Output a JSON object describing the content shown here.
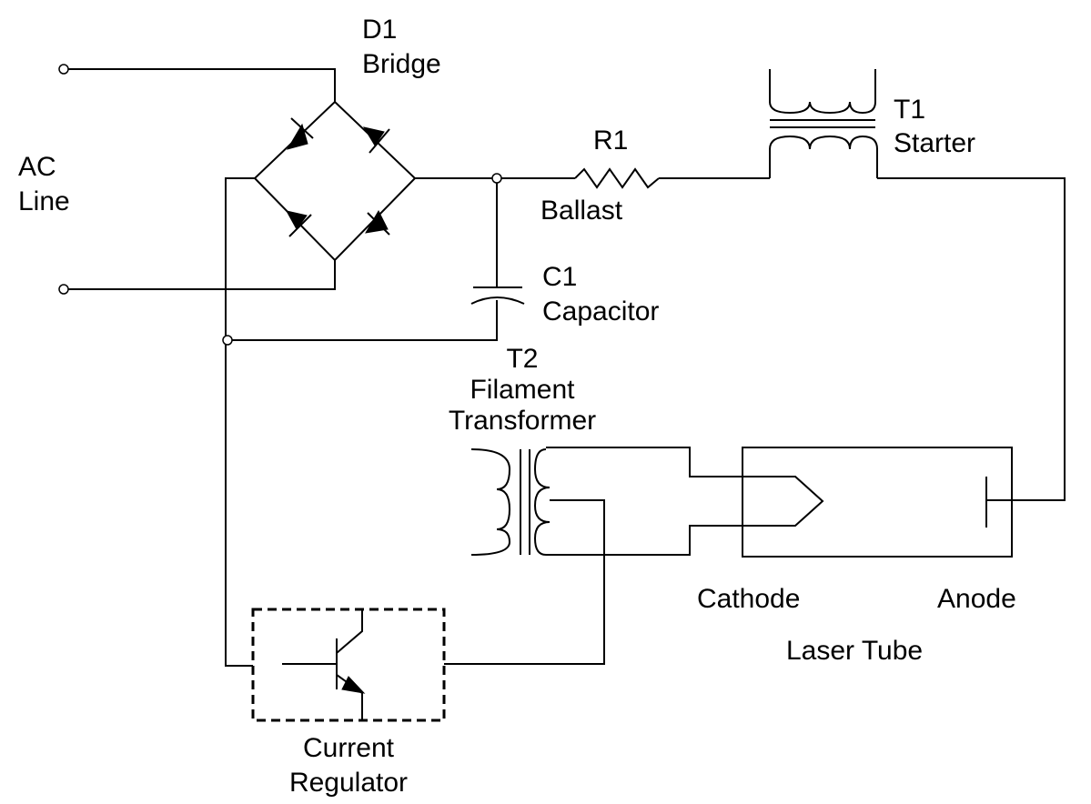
{
  "labels": {
    "ac_line": [
      "AC",
      "Line"
    ],
    "d1": [
      "D1",
      "Bridge"
    ],
    "r1": "R1",
    "ballast": "Ballast",
    "t1": [
      "T1",
      "Starter"
    ],
    "c1": [
      "C1",
      "Capacitor"
    ],
    "t2": [
      "T2",
      "Filament",
      "Transformer"
    ],
    "cathode": "Cathode",
    "anode": "Anode",
    "laser_tube": "Laser Tube",
    "regulator": [
      "Current",
      "Regulator"
    ]
  }
}
